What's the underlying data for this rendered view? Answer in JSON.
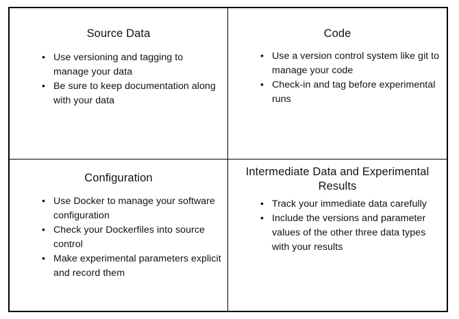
{
  "slide": {
    "layout": "2x2-table",
    "background_color": "#ffffff",
    "border_color": "#000000",
    "text_color": "#111111",
    "bullet_glyph": "•"
  },
  "cells": [
    {
      "id": "source-data",
      "title": "Source Data",
      "bullets": [
        "Use versioning and tagging to manage your data",
        "Be sure to keep documentation along with your data"
      ]
    },
    {
      "id": "code",
      "title": "Code",
      "bullets": [
        "Use a version control system like git to manage your code",
        "Check-in and tag before experimental runs"
      ]
    },
    {
      "id": "configuration",
      "title": "Configuration",
      "bullets": [
        "Use Docker to manage your software configuration",
        "Check your Dockerfiles into source control",
        "Make experimental parameters explicit and record them"
      ]
    },
    {
      "id": "intermediate-data-and-experimental-results",
      "title": "Intermediate Data and Experimental Results",
      "bullets": [
        "Track your immediate data carefully",
        "Include the versions and parameter values of the other three data types with your results"
      ]
    }
  ]
}
